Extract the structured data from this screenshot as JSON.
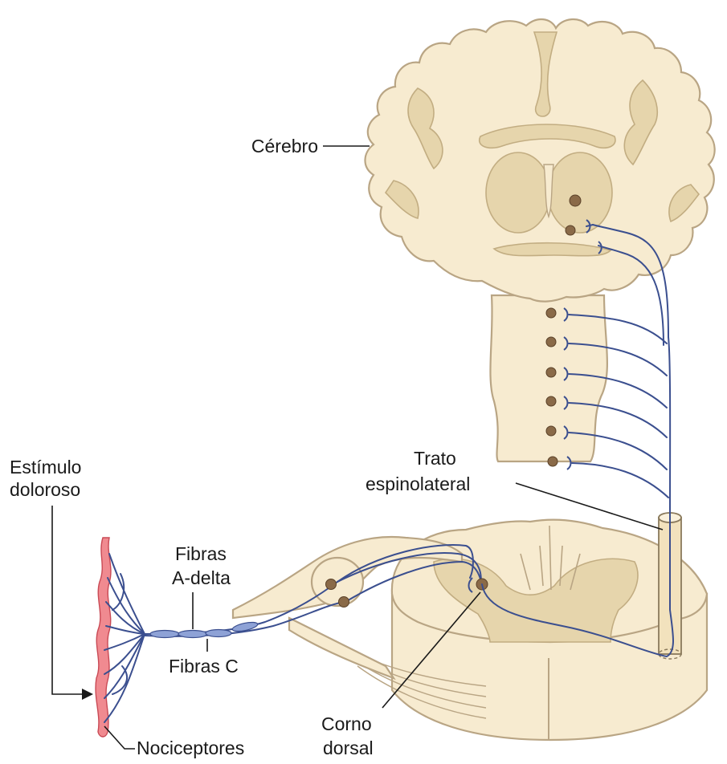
{
  "labels": {
    "brain": "Cérebro",
    "stimulus_line1": "Estímulo",
    "stimulus_line2": "doloroso",
    "fibers_adelta_line1": "Fibras",
    "fibers_adelta_line2": "A-delta",
    "fibers_c": "Fibras C",
    "nociceptors": "Nociceptores",
    "tract_line1": "Trato",
    "tract_line2": "espinolateral",
    "horn_line1": "Corno",
    "horn_line2": "dorsal"
  },
  "colors": {
    "tissue": "#f7ebd0",
    "grey_matter": "#e6d5ac",
    "nerve": "#3b4f8f",
    "neuron_body": "#8a6a48",
    "skin": "#f08a90"
  }
}
